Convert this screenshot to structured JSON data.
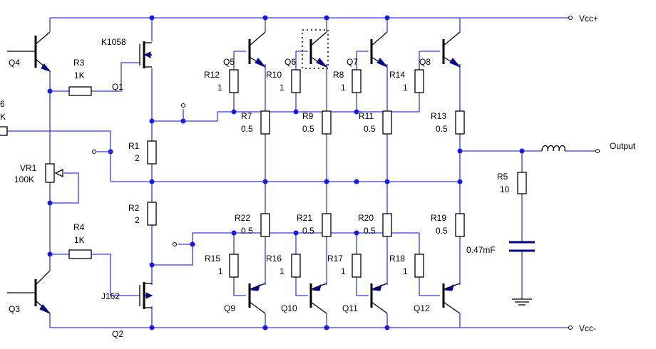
{
  "rails": {
    "positive": "Vcc+",
    "negative": "Vcc-",
    "output": "Output"
  },
  "transistors": {
    "q4": "Q4",
    "q3": "Q3",
    "q1": "Q1",
    "q2": "Q2",
    "k1058": "K1058",
    "j162": "J162",
    "q5": "Q5",
    "q6": "Q6",
    "q7": "Q7",
    "q8": "Q8",
    "q9": "Q9",
    "q10": "Q10",
    "q11": "Q11",
    "q12": "Q12"
  },
  "resistors": {
    "r3": {
      "name": "R3",
      "value": "1K"
    },
    "r4": {
      "name": "R4",
      "value": "1K"
    },
    "vr1": {
      "name": "VR1",
      "value": "100K"
    },
    "r1": {
      "name": "R1",
      "value": "2"
    },
    "r2": {
      "name": "R2",
      "value": "2"
    },
    "r12": {
      "name": "R12",
      "value": "1"
    },
    "r10": {
      "name": "R10",
      "value": "1"
    },
    "r8": {
      "name": "R8",
      "value": "1"
    },
    "r14": {
      "name": "R14",
      "value": "1"
    },
    "r7": {
      "name": "R7",
      "value": "0.5"
    },
    "r9": {
      "name": "R9",
      "value": "0.5"
    },
    "r11": {
      "name": "R11",
      "value": "0.5"
    },
    "r13": {
      "name": "R13",
      "value": "0.5"
    },
    "r22": {
      "name": "R22",
      "value": "0.5"
    },
    "r21": {
      "name": "R21",
      "value": "0.5"
    },
    "r20": {
      "name": "R20",
      "value": "0.5"
    },
    "r19": {
      "name": "R19",
      "value": "0.5"
    },
    "r15": {
      "name": "R15",
      "value": "1"
    },
    "r16": {
      "name": "R16",
      "value": "1"
    },
    "r17": {
      "name": "R17",
      "value": "1"
    },
    "r18": {
      "name": "R18",
      "value": "1"
    },
    "r5": {
      "name": "R5",
      "value": "10"
    },
    "r6_partial_name": "6",
    "r6_partial_value": "K"
  },
  "capacitor": {
    "value": "0.47mF"
  }
}
